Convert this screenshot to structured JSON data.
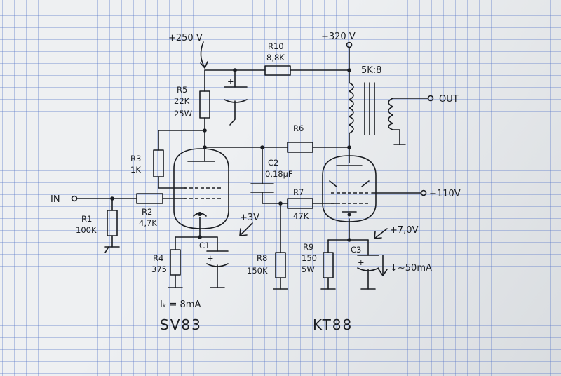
{
  "supply": {
    "b1": "+250 V",
    "b2": "+320 V"
  },
  "transformer": {
    "ratio": "5K:8",
    "out": "OUT"
  },
  "io": {
    "input": "IN",
    "bias_out": "+110V"
  },
  "resistors": {
    "r10": {
      "name": "R10",
      "value": "8,8K"
    },
    "r5": {
      "name": "R5",
      "value": "22K",
      "power": "25W"
    },
    "r3": {
      "name": "R3",
      "value": "1K"
    },
    "r6": {
      "name": "R6"
    },
    "r1": {
      "name": "R1",
      "value": "100K"
    },
    "r2": {
      "name": "R2",
      "value": "4,7K"
    },
    "r7": {
      "name": "R7",
      "value": "47K"
    },
    "r4": {
      "name": "R4",
      "value": "375"
    },
    "r8": {
      "name": "R8",
      "value": "150K"
    },
    "r9": {
      "name": "R9",
      "value": "150",
      "power": "5W"
    }
  },
  "capacitors": {
    "c2": {
      "name": "C2",
      "value": "0,18µF"
    },
    "c1": {
      "name": "C1"
    },
    "c3": {
      "name": "C3"
    }
  },
  "annotations": {
    "v3": "+3V",
    "v7": "+7,0V",
    "current": "↓~50mA",
    "ik": "Iₖ = 8mA"
  },
  "tubes": {
    "v1": "SV83",
    "v2": "KT88"
  }
}
